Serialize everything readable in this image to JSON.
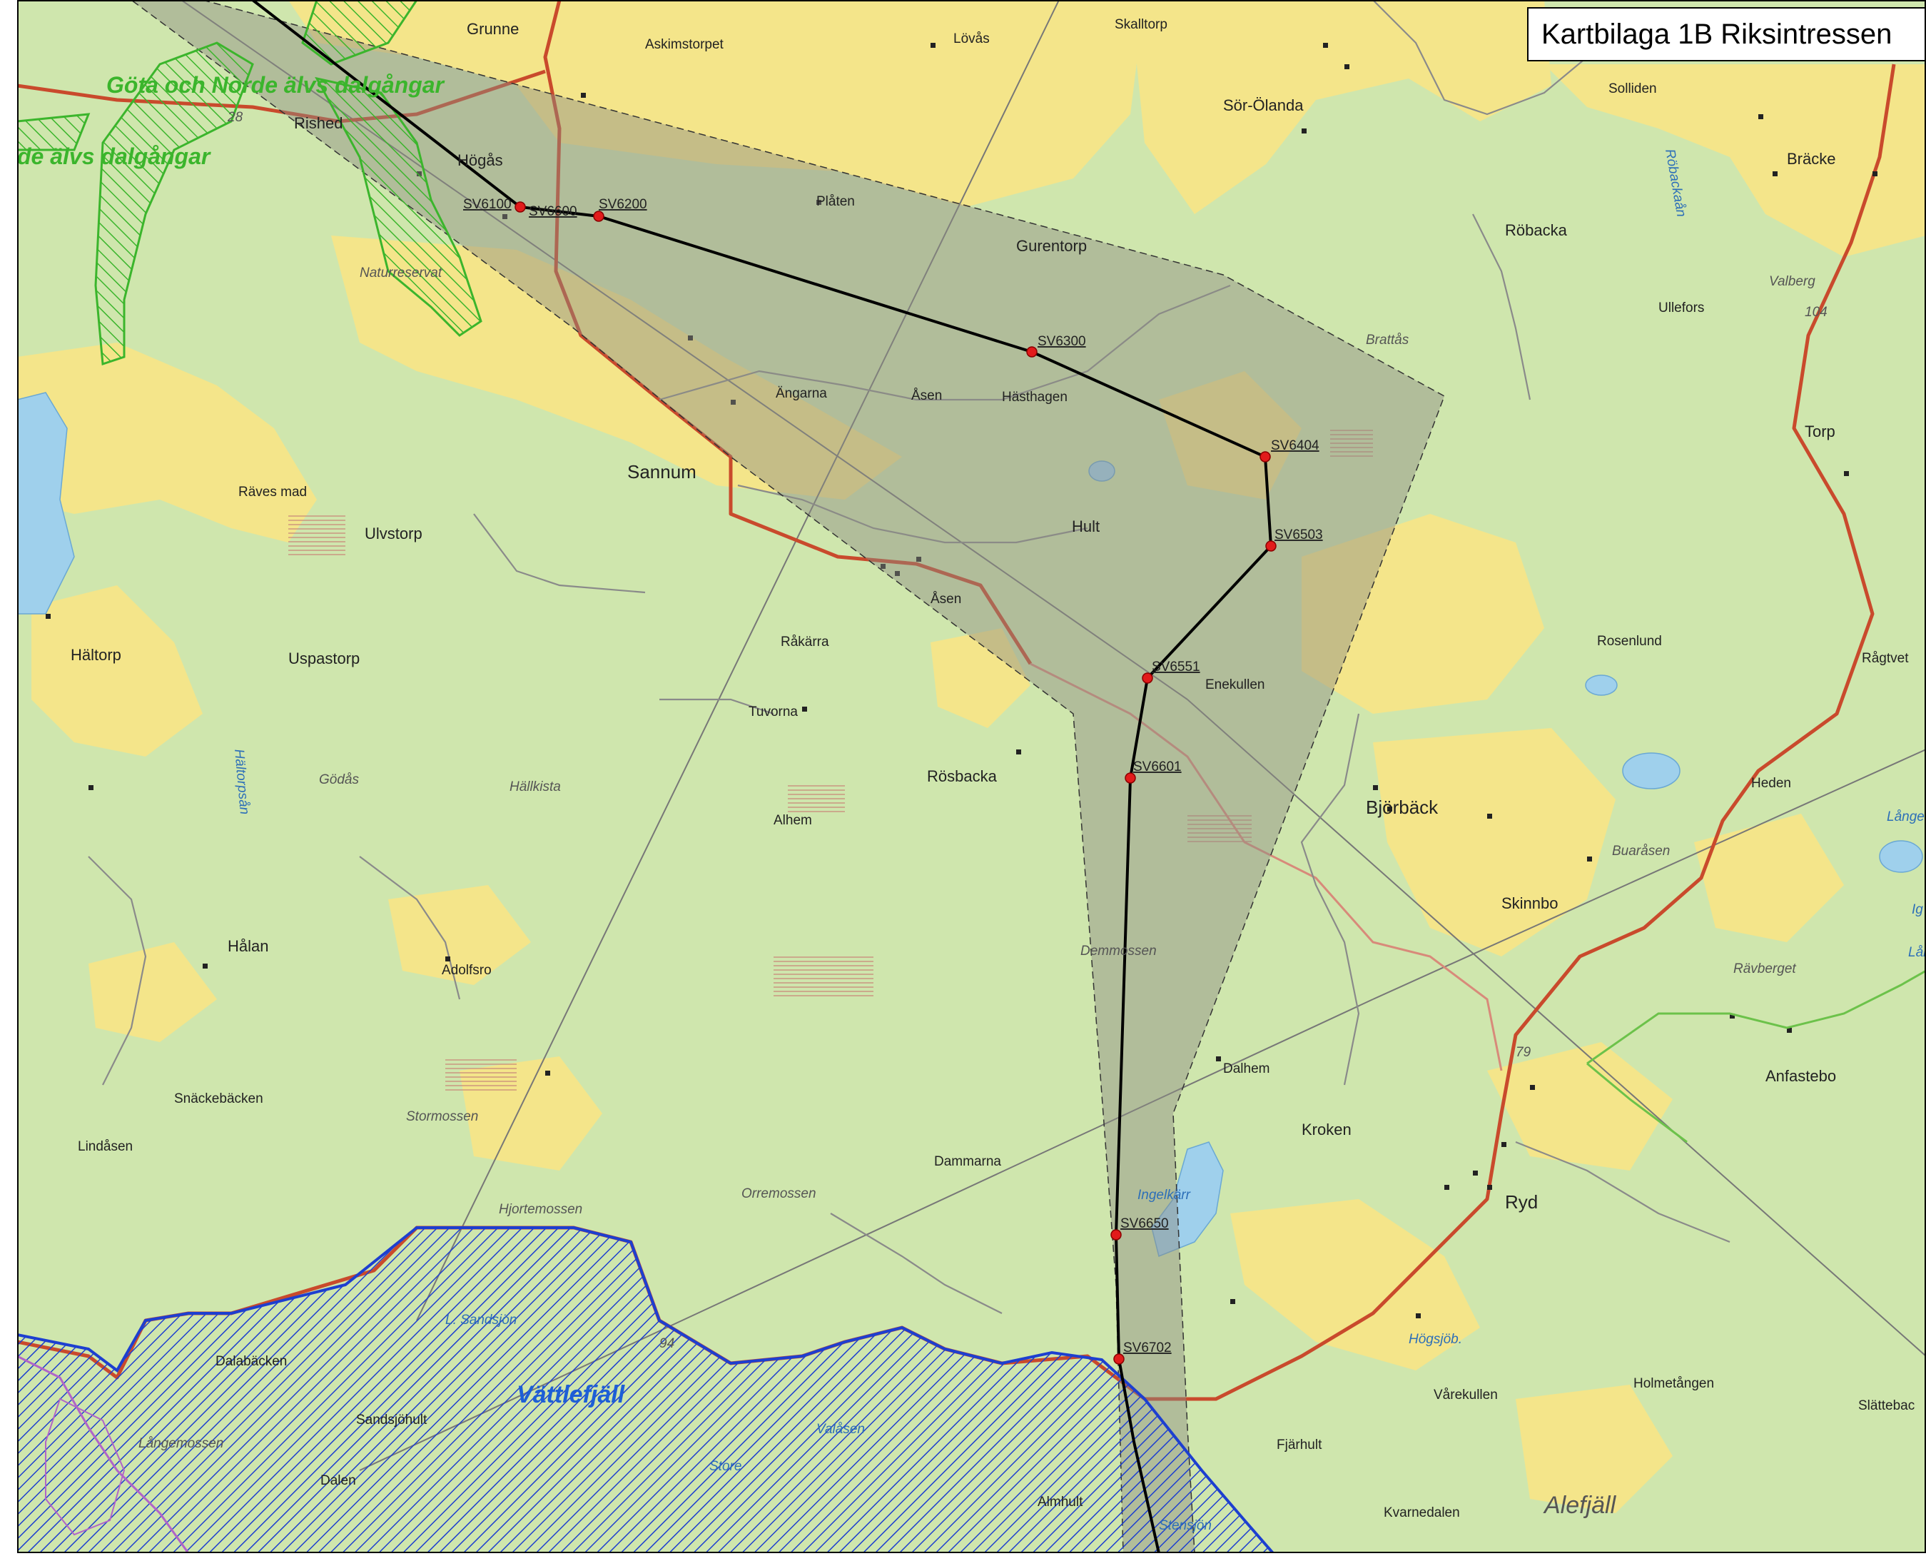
{
  "title": "Kartbilaga 1B Riksintressen",
  "colors": {
    "forest": "#cfe6ad",
    "open_land": "#f4e58a",
    "water": "#9fd0ec",
    "road": "#c94a2c",
    "corridor": "#8c8c82",
    "ri_green": "#3bb52c",
    "ri_blue": "#1d3fd0",
    "route": "#000000",
    "point": "#e21b1b"
  },
  "route_points": [
    {
      "id": "SV6100"
    },
    {
      "id": "SV6600"
    },
    {
      "id": "SV6200"
    },
    {
      "id": "SV6300"
    },
    {
      "id": "SV6404"
    },
    {
      "id": "SV6503"
    },
    {
      "id": "SV6551"
    },
    {
      "id": "SV6601"
    },
    {
      "id": "SV6650"
    },
    {
      "id": "SV6702"
    }
  ],
  "riksintressen": {
    "green_1": "Göta och Norde älvs dalgångar",
    "green_2": "de älvs dalgångar",
    "blue": "Vättlefjäll"
  },
  "places_bold": [
    "Grunne",
    "Rished",
    "Högås",
    "Sannum",
    "Ulvstorp",
    "Hältorp",
    "Uspastorp",
    "Hult",
    "Rösbacka",
    "Hålan",
    "Björbäck",
    "Skinnbo",
    "Kroken",
    "Ryd",
    "Sör-Ölanda",
    "Gurentorp",
    "Röbacka",
    "Bräcke",
    "Torp",
    "Anfastebo"
  ],
  "places": [
    "Askimstorpet",
    "Lövås",
    "Skalltorp",
    "Solliden",
    "Plåten",
    "Ängarna",
    "Åsen",
    "Hästhagen",
    "Räves mad",
    "Åsen",
    "Råkärra",
    "Tuvorna",
    "Enekullen",
    "Alhem",
    "Adolfsro",
    "Snäckebäcken",
    "Lindåsen",
    "Dammarna",
    "Dalhem",
    "Rosenlund",
    "Ullefors",
    "Rågtvet",
    "Heden",
    "Vårekullen",
    "Fjärhult",
    "Kvarnedalen",
    "Holmetången",
    "Slättebac",
    "Dalabäcken",
    "Sandsjöhult",
    "Dalen",
    "Almhult"
  ],
  "terrain_names": [
    "Naturreservat",
    "Brattås",
    "Valberg",
    "Hällkista",
    "Gödås",
    "Demmossen",
    "Stormossen",
    "Orremossen",
    "Hjortemossen",
    "Buaråsen",
    "Rävberget",
    "Alefjäll",
    "Långemossen"
  ],
  "water_names": [
    "Röbackaån",
    "Hältorpsån",
    "Ingelkärr",
    "Högsjöb.",
    "Långek",
    "L. Sandsjön",
    "Store",
    "Stensjön",
    "Valåsen",
    "Ig",
    "Lån"
  ],
  "road_numbers": [
    "28",
    "104",
    "79",
    "94"
  ]
}
